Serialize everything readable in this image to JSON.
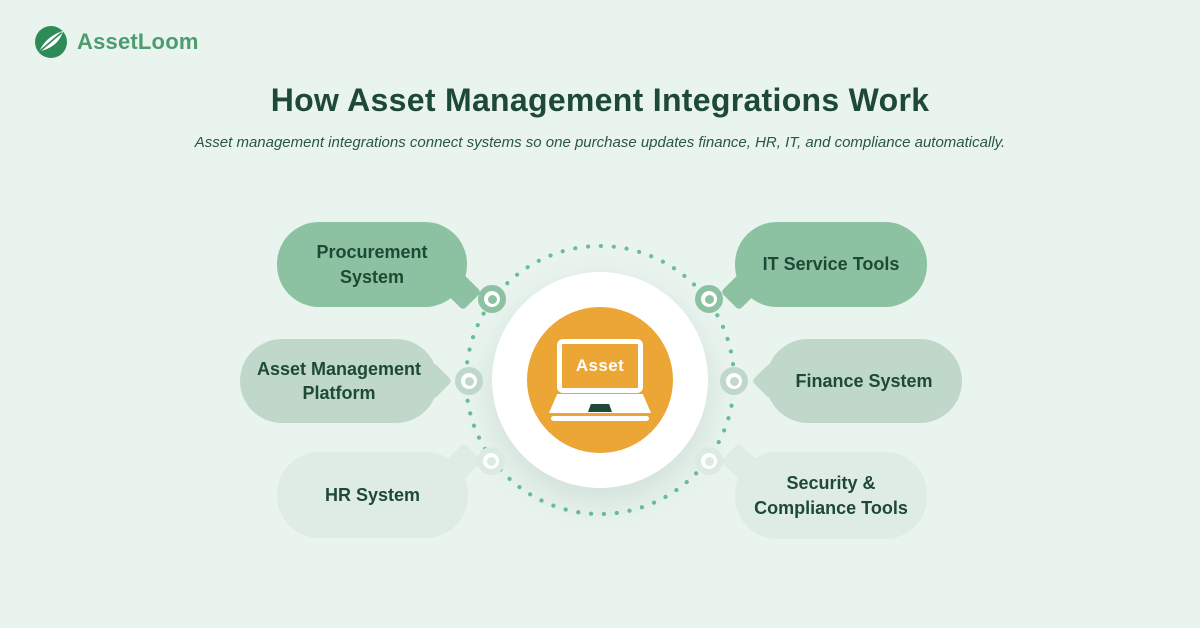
{
  "brand": {
    "name": "AssetLoom"
  },
  "header": {
    "title": "How Asset Management Integrations Work",
    "subtitle": "Asset management integrations connect systems so one purchase updates finance, HR, IT, and compliance automatically."
  },
  "hub": {
    "device_label": "Asset"
  },
  "bubbles": [
    {
      "label": "Procurement System",
      "tone": "strong"
    },
    {
      "label": "IT Service Tools",
      "tone": "strong"
    },
    {
      "label": "Asset Management Platform",
      "tone": "mid"
    },
    {
      "label": "Finance System",
      "tone": "mid"
    },
    {
      "label": "HR System",
      "tone": "soft"
    },
    {
      "label": "Security & Compliance Tools",
      "tone": "soft"
    }
  ],
  "colors": {
    "background": "#E9F4EE",
    "dark_green_text": "#1E4937",
    "logo_green": "#2E8B57",
    "logo_text_green": "#4E9B6F",
    "bubble_strong": "#8CC2A2",
    "bubble_mid": "#BFD8C9",
    "bubble_soft": "#DFECE4",
    "hub_orange": "#ECA636",
    "dot_green": "#6CBE95",
    "hub_circle": "#FFFFFF"
  }
}
